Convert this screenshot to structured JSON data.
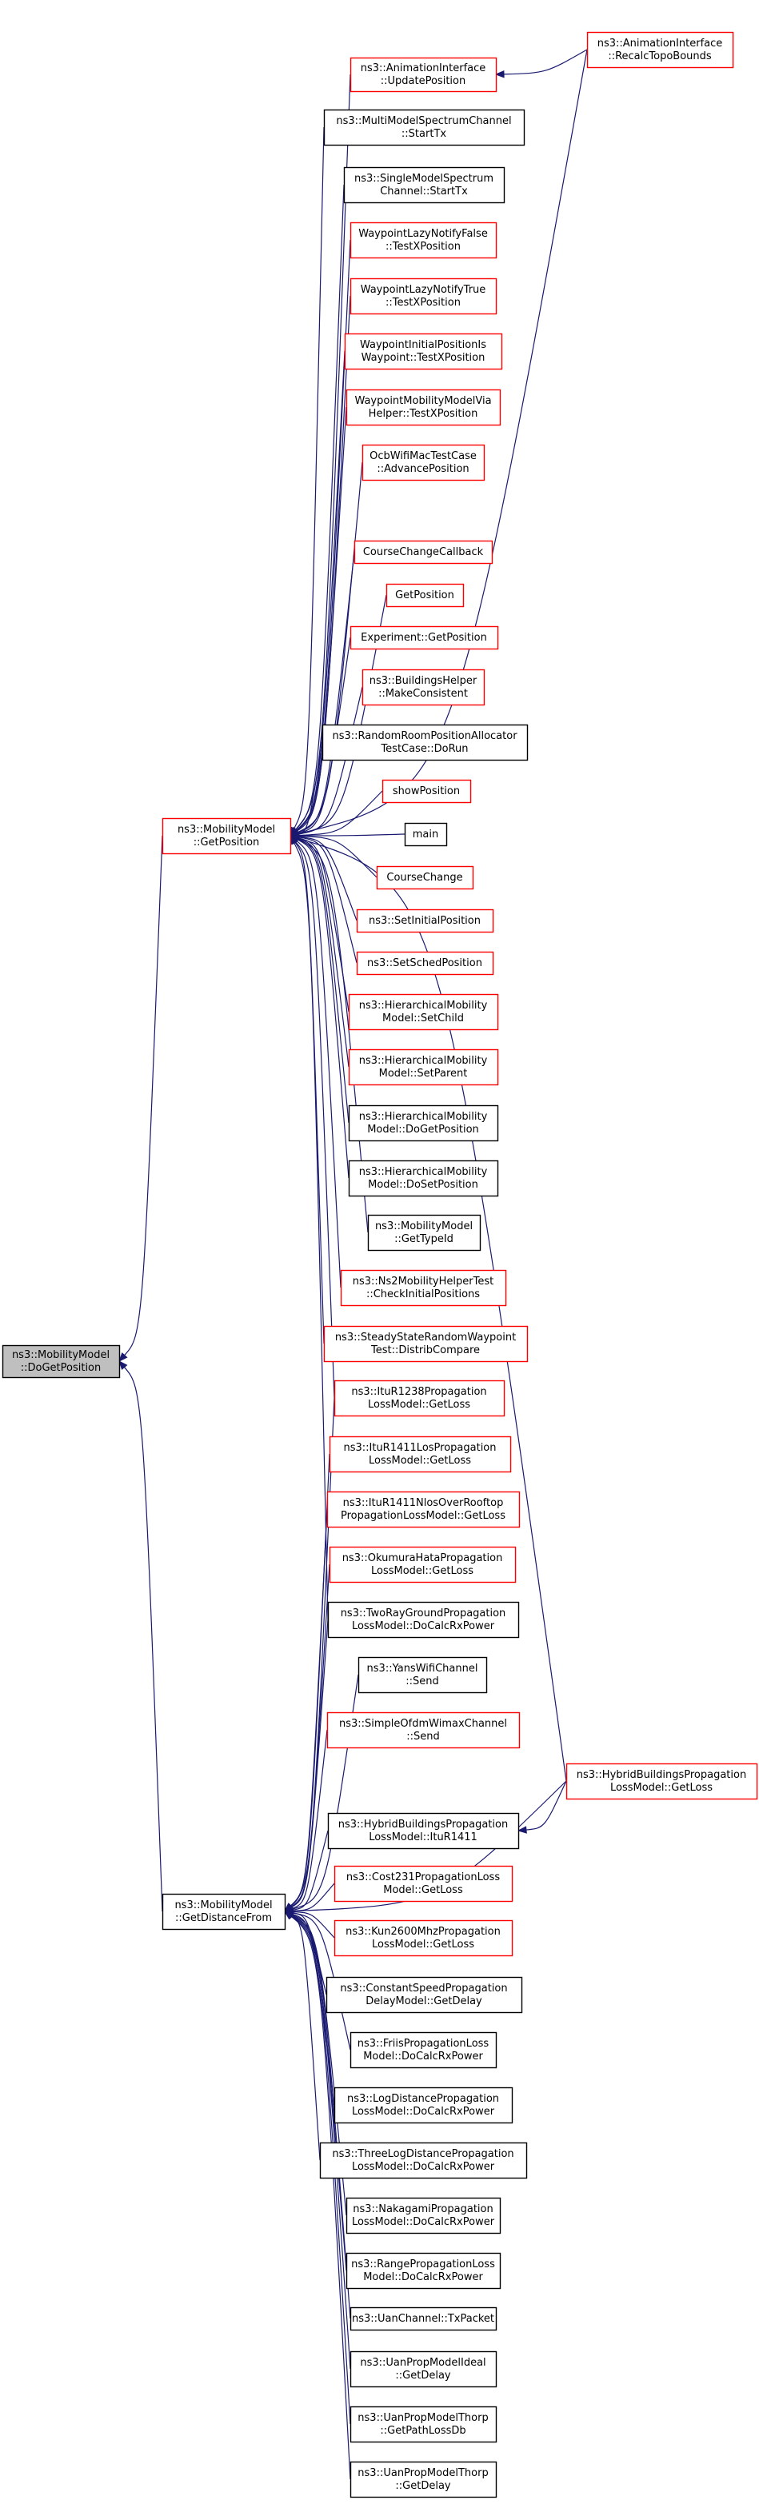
{
  "colors": {
    "edge": "#191970",
    "border_default": "#000000",
    "border_highlight": "#ff0000",
    "fill_default": "#ffffff",
    "fill_root": "#bfbfbf",
    "text": "#000000"
  },
  "nodes": [
    {
      "id": "root",
      "lines": [
        "ns3::MobilityModel",
        "::DoGetPosition"
      ],
      "border": "black",
      "fill": "root"
    },
    {
      "id": "getpos",
      "lines": [
        "ns3::MobilityModel",
        "::GetPosition"
      ],
      "border": "red"
    },
    {
      "id": "getdist",
      "lines": [
        "ns3::MobilityModel",
        "::GetDistanceFrom"
      ],
      "border": "black"
    },
    {
      "id": "anim_update",
      "lines": [
        "ns3::AnimationInterface",
        "::UpdatePosition"
      ],
      "border": "red"
    },
    {
      "id": "anim_recalc",
      "lines": [
        "ns3::AnimationInterface",
        "::RecalcTopoBounds"
      ],
      "border": "red"
    },
    {
      "id": "multimodel",
      "lines": [
        "ns3::MultiModelSpectrumChannel",
        "::StartTx"
      ],
      "border": "black"
    },
    {
      "id": "singlemodel",
      "lines": [
        "ns3::SingleModelSpectrum",
        "Channel::StartTx"
      ],
      "border": "black"
    },
    {
      "id": "wp_lazy_false",
      "lines": [
        "WaypointLazyNotifyFalse",
        "::TestXPosition"
      ],
      "border": "red"
    },
    {
      "id": "wp_lazy_true",
      "lines": [
        "WaypointLazyNotifyTrue",
        "::TestXPosition"
      ],
      "border": "red"
    },
    {
      "id": "wp_initial",
      "lines": [
        "WaypointInitialPositionIs",
        "Waypoint::TestXPosition"
      ],
      "border": "red"
    },
    {
      "id": "wp_via_helper",
      "lines": [
        "WaypointMobilityModelVia",
        "Helper::TestXPosition"
      ],
      "border": "red"
    },
    {
      "id": "ocb",
      "lines": [
        "OcbWifiMacTestCase",
        "::AdvancePosition"
      ],
      "border": "red"
    },
    {
      "id": "coursechangecb",
      "lines": [
        "CourseChangeCallback"
      ],
      "border": "red"
    },
    {
      "id": "getposition_fn",
      "lines": [
        "GetPosition"
      ],
      "border": "red"
    },
    {
      "id": "experiment",
      "lines": [
        "Experiment::GetPosition"
      ],
      "border": "red"
    },
    {
      "id": "buildings_helper",
      "lines": [
        "ns3::BuildingsHelper",
        "::MakeConsistent"
      ],
      "border": "red"
    },
    {
      "id": "random_room",
      "lines": [
        "ns3::RandomRoomPositionAllocator",
        "TestCase::DoRun"
      ],
      "border": "black"
    },
    {
      "id": "showposition",
      "lines": [
        "showPosition"
      ],
      "border": "red"
    },
    {
      "id": "main",
      "lines": [
        "main"
      ],
      "border": "black"
    },
    {
      "id": "coursechange",
      "lines": [
        "CourseChange"
      ],
      "border": "red"
    },
    {
      "id": "setinitial",
      "lines": [
        "ns3::SetInitialPosition"
      ],
      "border": "red"
    },
    {
      "id": "setsched",
      "lines": [
        "ns3::SetSchedPosition"
      ],
      "border": "red"
    },
    {
      "id": "hier_setchild",
      "lines": [
        "ns3::HierarchicalMobility",
        "Model::SetChild"
      ],
      "border": "red"
    },
    {
      "id": "hier_setparent",
      "lines": [
        "ns3::HierarchicalMobility",
        "Model::SetParent"
      ],
      "border": "red"
    },
    {
      "id": "hier_dogetpos",
      "lines": [
        "ns3::HierarchicalMobility",
        "Model::DoGetPosition"
      ],
      "border": "black"
    },
    {
      "id": "hier_dosetpos",
      "lines": [
        "ns3::HierarchicalMobility",
        "Model::DoSetPosition"
      ],
      "border": "black"
    },
    {
      "id": "mm_gettypeid",
      "lines": [
        "ns3::MobilityModel",
        "::GetTypeId"
      ],
      "border": "black"
    },
    {
      "id": "ns2test",
      "lines": [
        "ns3::Ns2MobilityHelperTest",
        "::CheckInitialPositions"
      ],
      "border": "red"
    },
    {
      "id": "steadystate",
      "lines": [
        "ns3::SteadyStateRandomWaypoint",
        "Test::DistribCompare"
      ],
      "border": "red"
    },
    {
      "id": "itur1238",
      "lines": [
        "ns3::ItuR1238Propagation",
        "LossModel::GetLoss"
      ],
      "border": "red"
    },
    {
      "id": "itur1411los",
      "lines": [
        "ns3::ItuR1411LosPropagation",
        "LossModel::GetLoss"
      ],
      "border": "red"
    },
    {
      "id": "itur1411nlos",
      "lines": [
        "ns3::ItuR1411NlosOverRooftop",
        "PropagationLossModel::GetLoss"
      ],
      "border": "red"
    },
    {
      "id": "okumura",
      "lines": [
        "ns3::OkumuraHataPropagation",
        "LossModel::GetLoss"
      ],
      "border": "red"
    },
    {
      "id": "tworay",
      "lines": [
        "ns3::TwoRayGroundPropagation",
        "LossModel::DoCalcRxPower"
      ],
      "border": "black"
    },
    {
      "id": "yans",
      "lines": [
        "ns3::YansWifiChannel",
        "::Send"
      ],
      "border": "black"
    },
    {
      "id": "simpleofdm",
      "lines": [
        "ns3::SimpleOfdmWimaxChannel",
        "::Send"
      ],
      "border": "red"
    },
    {
      "id": "hybrid_getloss",
      "lines": [
        "ns3::HybridBuildingsPropagation",
        "LossModel::GetLoss"
      ],
      "border": "red"
    },
    {
      "id": "hybrid_itur1411",
      "lines": [
        "ns3::HybridBuildingsPropagation",
        "LossModel::ItuR1411"
      ],
      "border": "black"
    },
    {
      "id": "cost231",
      "lines": [
        "ns3::Cost231PropagationLoss",
        "Model::GetLoss"
      ],
      "border": "red"
    },
    {
      "id": "kun2600",
      "lines": [
        "ns3::Kun2600MhzPropagation",
        "LossModel::GetLoss"
      ],
      "border": "red"
    },
    {
      "id": "constspeed",
      "lines": [
        "ns3::ConstantSpeedPropagation",
        "DelayModel::GetDelay"
      ],
      "border": "black"
    },
    {
      "id": "friis",
      "lines": [
        "ns3::FriisPropagationLoss",
        "Model::DoCalcRxPower"
      ],
      "border": "black"
    },
    {
      "id": "logdist",
      "lines": [
        "ns3::LogDistancePropagation",
        "LossModel::DoCalcRxPower"
      ],
      "border": "black"
    },
    {
      "id": "threelog",
      "lines": [
        "ns3::ThreeLogDistancePropagation",
        "LossModel::DoCalcRxPower"
      ],
      "border": "black"
    },
    {
      "id": "nakagami",
      "lines": [
        "ns3::NakagamiPropagation",
        "LossModel::DoCalcRxPower"
      ],
      "border": "black"
    },
    {
      "id": "range",
      "lines": [
        "ns3::RangePropagationLoss",
        "Model::DoCalcRxPower"
      ],
      "border": "black"
    },
    {
      "id": "uan_txpacket",
      "lines": [
        "ns3::UanChannel::TxPacket"
      ],
      "border": "black"
    },
    {
      "id": "uan_ideal",
      "lines": [
        "ns3::UanPropModelIdeal",
        "::GetDelay"
      ],
      "border": "black"
    },
    {
      "id": "uan_thorp_pathloss",
      "lines": [
        "ns3::UanPropModelThorp",
        "::GetPathLossDb"
      ],
      "border": "black"
    },
    {
      "id": "uan_thorp_delay",
      "lines": [
        "ns3::UanPropModelThorp",
        "::GetDelay"
      ],
      "border": "black"
    }
  ],
  "edges": [
    [
      "getpos",
      "root"
    ],
    [
      "getdist",
      "root"
    ],
    [
      "anim_recalc",
      "anim_update"
    ],
    [
      "hybrid_getloss",
      "hybrid_itur1411"
    ],
    [
      "anim_recalc",
      "getpos"
    ],
    [
      "anim_update",
      "getpos"
    ],
    [
      "multimodel",
      "getpos"
    ],
    [
      "singlemodel",
      "getpos"
    ],
    [
      "wp_lazy_false",
      "getpos"
    ],
    [
      "wp_lazy_true",
      "getpos"
    ],
    [
      "wp_initial",
      "getpos"
    ],
    [
      "wp_via_helper",
      "getpos"
    ],
    [
      "ocb",
      "getpos"
    ],
    [
      "hybrid_getloss",
      "getpos"
    ],
    [
      "coursechangecb",
      "getpos"
    ],
    [
      "getposition_fn",
      "getpos"
    ],
    [
      "experiment",
      "getpos"
    ],
    [
      "buildings_helper",
      "getpos"
    ],
    [
      "random_room",
      "getpos"
    ],
    [
      "showposition",
      "getpos"
    ],
    [
      "main",
      "getpos"
    ],
    [
      "coursechange",
      "getpos"
    ],
    [
      "setinitial",
      "getpos"
    ],
    [
      "setsched",
      "getpos"
    ],
    [
      "hier_setchild",
      "getpos"
    ],
    [
      "hier_setparent",
      "getpos"
    ],
    [
      "hier_dogetpos",
      "getpos"
    ],
    [
      "hier_dosetpos",
      "getpos"
    ],
    [
      "mm_gettypeid",
      "getpos"
    ],
    [
      "ns2test",
      "getpos"
    ],
    [
      "steadystate",
      "getpos"
    ],
    [
      "itur1238",
      "getpos"
    ],
    [
      "itur1411los",
      "getdist"
    ],
    [
      "itur1411nlos",
      "getdist"
    ],
    [
      "okumura",
      "getdist"
    ],
    [
      "tworay",
      "getdist"
    ],
    [
      "yans",
      "getdist"
    ],
    [
      "simpleofdm",
      "getdist"
    ],
    [
      "hybrid_getloss",
      "getdist"
    ],
    [
      "hybrid_itur1411",
      "getdist"
    ],
    [
      "cost231",
      "getdist"
    ],
    [
      "kun2600",
      "getdist"
    ],
    [
      "constspeed",
      "getdist"
    ],
    [
      "friis",
      "getdist"
    ],
    [
      "logdist",
      "getdist"
    ],
    [
      "threelog",
      "getdist"
    ],
    [
      "nakagami",
      "getdist"
    ],
    [
      "range",
      "getdist"
    ],
    [
      "uan_txpacket",
      "getdist"
    ],
    [
      "uan_ideal",
      "getdist"
    ],
    [
      "uan_thorp_pathloss",
      "getdist"
    ],
    [
      "uan_thorp_delay",
      "getdist"
    ],
    [
      "itur1238",
      "getdist"
    ],
    [
      "tworay",
      "getpos"
    ]
  ]
}
